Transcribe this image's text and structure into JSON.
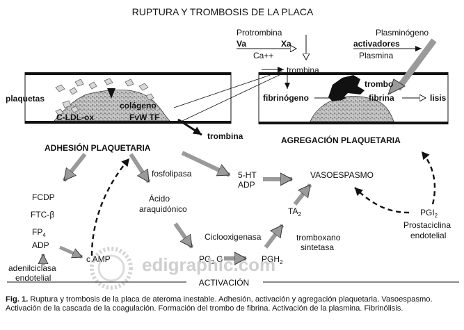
{
  "title": "RUPTURA Y TROMBOSIS DE LA  PLACA",
  "coagulation": {
    "protrombina": "Protrombina",
    "va": "Va",
    "xa": "Xa",
    "ca": "Ca++",
    "trombina": "trombina",
    "fibrinogeno": "fibrinógeno",
    "fibrina": "fibrina",
    "trombo": "trombo",
    "lisis": "lisis",
    "plasminogeno": "Plasminógeno",
    "activadores": "activadores",
    "plasmina": "Plasmina"
  },
  "adhesion": {
    "plaquetas": "plaquetas",
    "colageno": "colágeno",
    "cldl": "C-LDL-ox",
    "fvwtf": "FvW TF",
    "trombina2": "trombina",
    "heading": "ADHESIÓN  PLAQUETARIA"
  },
  "aggregation": {
    "heading": "AGREGACIÓN  PLAQUETARIA"
  },
  "activation": {
    "fcdp": "FCDP",
    "ftc": "FTC-β",
    "fp4_main": "FP",
    "fp4_sub": "4",
    "adp": "ADP",
    "adenil1": "adenilciclasa",
    "adenil2": "endotelial",
    "camp": "c AMP",
    "fosfolipasa": "fosfolipasa",
    "acido1": "Ácido",
    "acido2": "araquidónico",
    "pg2g_main": "PG",
    "pg2g_sub": "2",
    "pg2g_tail": " G",
    "ciclo": "Ciclooxigenasa",
    "pgh2_main": "PGH",
    "pgh2_sub": "2",
    "ta2_main": "TA",
    "ta2_sub": "2",
    "trombox1": "tromboxano",
    "trombox2": "sintetasa",
    "ht": "5-HT",
    "adp2": "ADP",
    "vaso": "VASOESPASMO",
    "pgi2_main": "PGI",
    "pgi2_sub": "2",
    "prosta1": "Prostaciclina",
    "prosta2": "endotelial",
    "footer": "ACTIVACIÓN"
  },
  "watermark": "edigraphic.com",
  "caption": {
    "label": "Fig. 1.",
    "text": " Ruptura y trombosis de la placa de ateroma inestable. Adhesión, activación y agregación plaquetaria. Vasoespasmo. Activación de la cascada de la coagulación. Formación del trombo de fibrina. Activación de la plasmina. Fibrinólisis."
  }
}
